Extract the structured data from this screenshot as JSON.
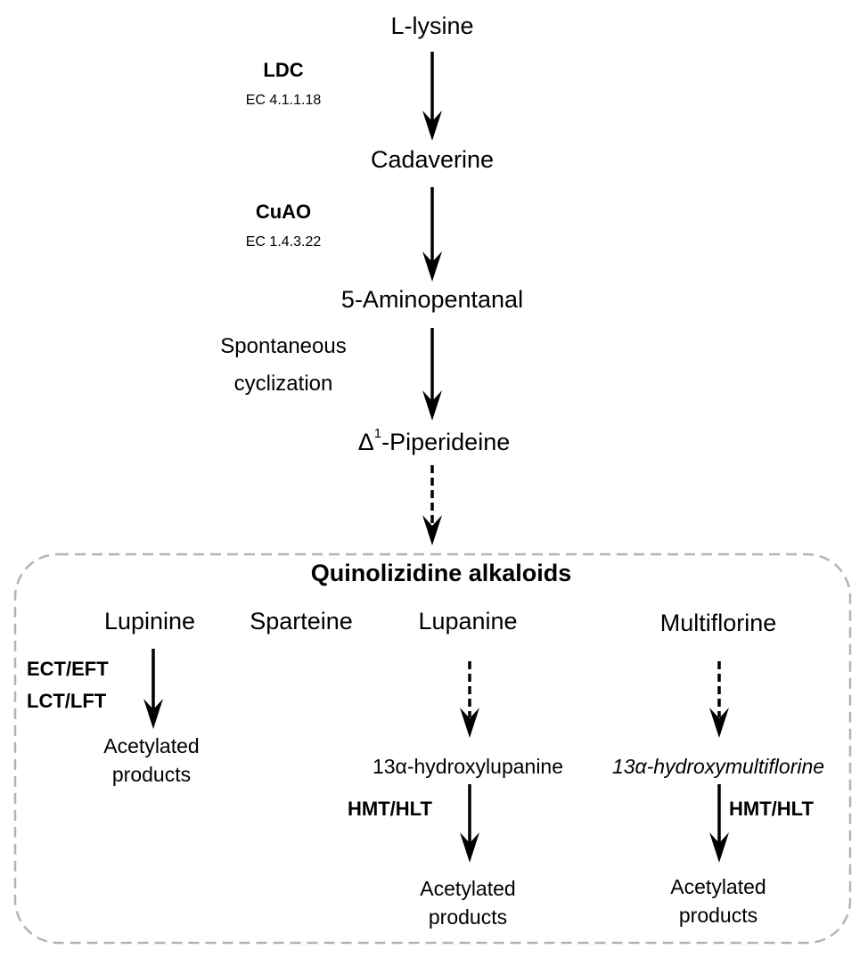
{
  "pathway": {
    "lysine": "L-lysine",
    "ldc_name": "LDC",
    "ldc_ec": "EC 4.1.1.18",
    "cadaverine": "Cadaverine",
    "cuao_name": "CuAO",
    "cuao_ec": "EC 1.4.3.22",
    "aminopentanal": "5-Aminopentanal",
    "cyclization": "Spontaneous\ncyclization",
    "delta": "Δ",
    "delta_sup": "1",
    "piperideine_rest": "-Piperideine"
  },
  "qa": {
    "title": "Quinolizidine alkaloids",
    "lupinine": "Lupinine",
    "sparteine": "Sparteine",
    "lupanine": "Lupanine",
    "multiflorine": "Multiflorine",
    "lupinine_enzymes": "ECT/EFT\nLCT/LFT",
    "lupinine_product": "Acetylated\nproducts",
    "hydroxylupanine": "13α-hydroxylupanine",
    "hydroxymultiflorine": "13α-hydroxymultiflorine",
    "hmt_left": "HMT/HLT",
    "hmt_right": "HMT/HLT",
    "lupanine_product": "Acetylated\nproducts",
    "multiflorine_product": "Acetylated\nproducts"
  },
  "colors": {
    "arrow": "#000000",
    "box_border": "#b3b3b3"
  }
}
